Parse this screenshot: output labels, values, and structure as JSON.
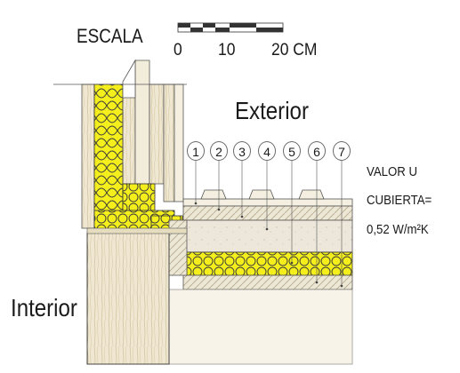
{
  "scale": {
    "title": "ESCALA",
    "ticks": [
      "0",
      "10",
      "20 CM"
    ]
  },
  "labels": {
    "exterior": "Exterior",
    "interior": "Interior"
  },
  "layers": [
    "1",
    "2",
    "3",
    "4",
    "5",
    "6",
    "7"
  ],
  "u_value": {
    "line1": "VALOR U",
    "line2": "CUBIERTA=",
    "line3": "0,52 W/m²K"
  },
  "colors": {
    "insulation": "#f3ee1c",
    "wood": "#efe7d1",
    "concrete": "#e9e4d6",
    "outline": "#3a3a3a"
  }
}
